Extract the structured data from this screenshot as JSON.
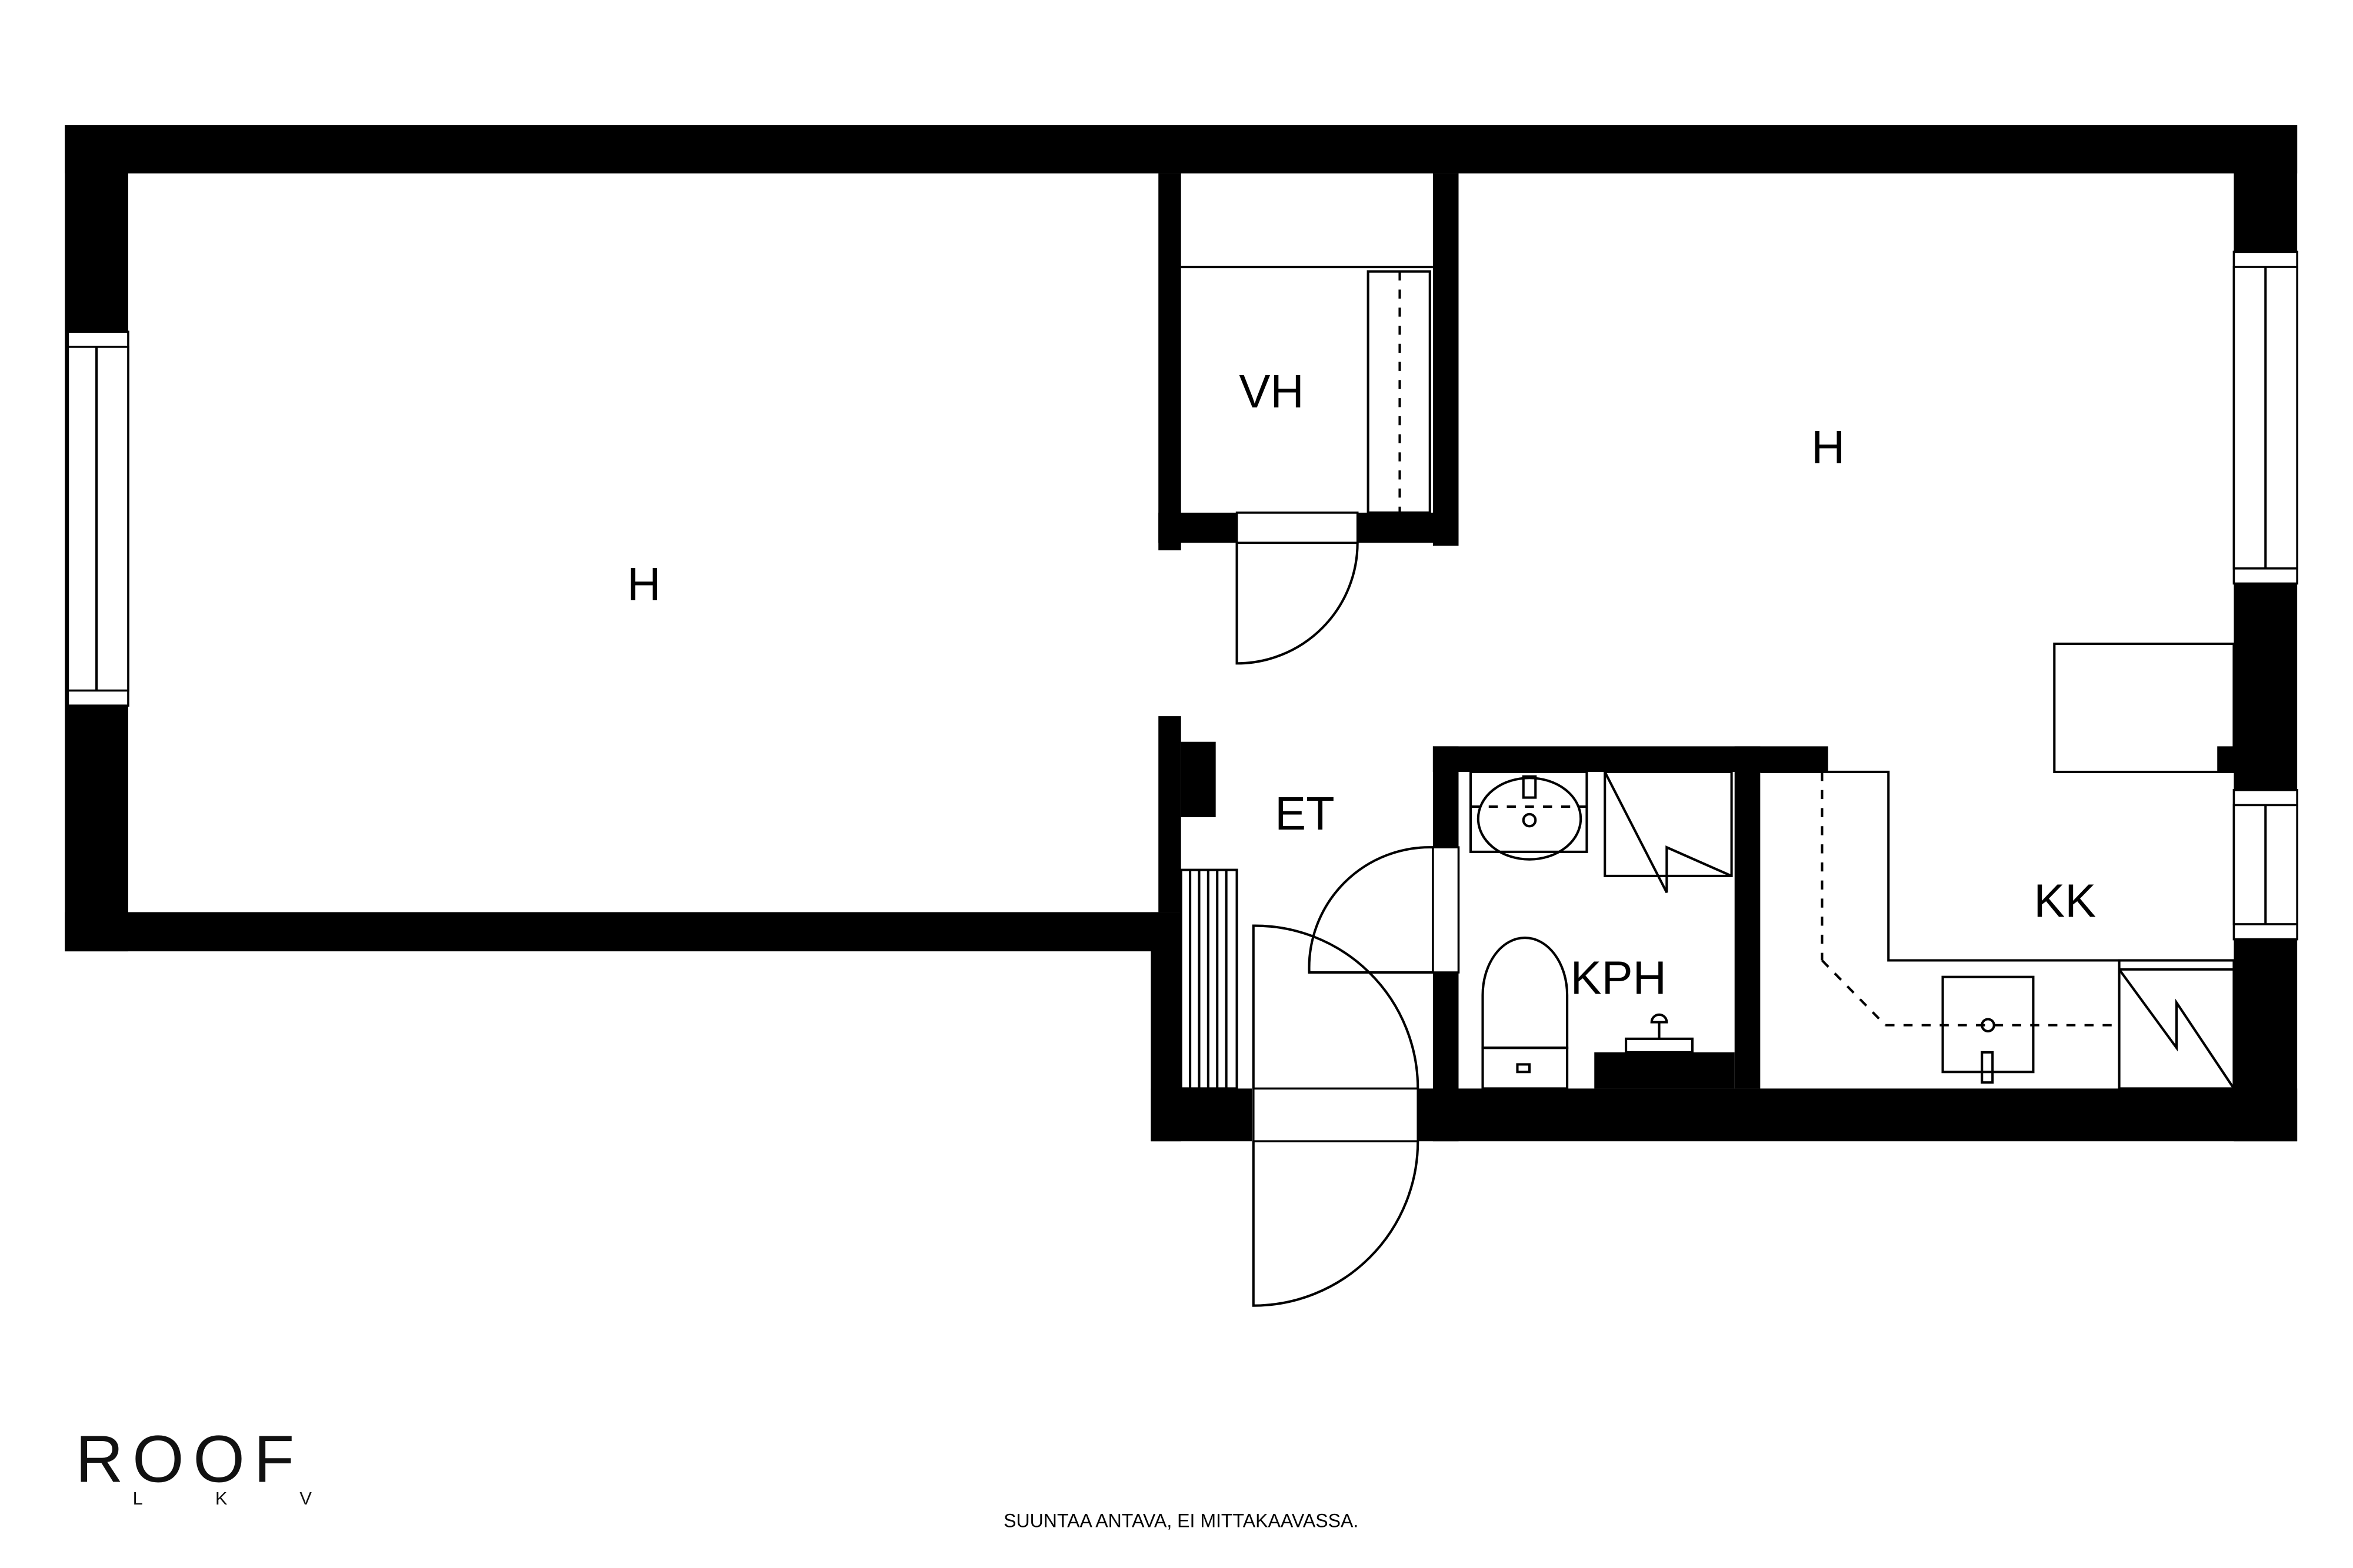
{
  "floorplan": {
    "rooms": {
      "living_left": "H",
      "wardrobe": "VH",
      "bedroom_right": "H",
      "entrance": "ET",
      "bathroom": "KPH",
      "kitchen": "KK"
    }
  },
  "footer": {
    "logo_main": "ROOF",
    "logo_sub": "LKV",
    "disclaimer": "SUUNTAA ANTAVA, EI MITTAKAAVASSA."
  }
}
